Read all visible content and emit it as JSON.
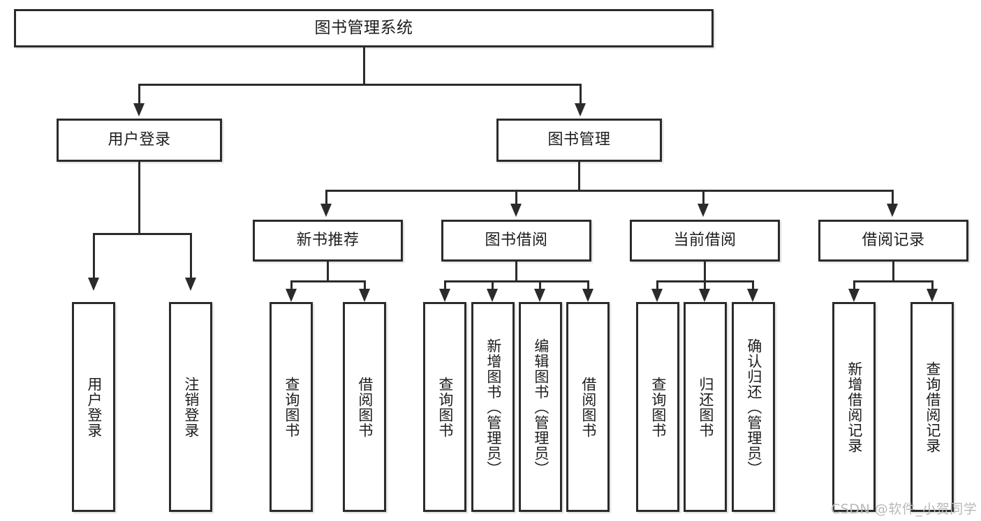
{
  "diagram": {
    "type": "tree-hierarchy-diagram",
    "title": "图书管理系统",
    "orientation": "top-down",
    "colors": {
      "stroke": "#2b2b2b",
      "fill": "#ffffff",
      "text": "#1d1d1d",
      "watermark": "#b9b9b9",
      "background": "#ffffff"
    },
    "root": {
      "id": "root",
      "label": "图书管理系统"
    },
    "level2": [
      {
        "id": "user-login",
        "label": "用户登录"
      },
      {
        "id": "book-management",
        "label": "图书管理"
      }
    ],
    "level3": [
      {
        "id": "new-book-recommend",
        "label": "新书推荐",
        "parent": "book-management"
      },
      {
        "id": "book-borrow",
        "label": "图书借阅",
        "parent": "book-management"
      },
      {
        "id": "current-borrow",
        "label": "当前借阅",
        "parent": "book-management"
      },
      {
        "id": "borrow-record",
        "label": "借阅记录",
        "parent": "book-management"
      }
    ],
    "leaves": {
      "user_login": [
        {
          "id": "leaf-user-login",
          "label": "用户登录"
        },
        {
          "id": "leaf-logout-login",
          "label": "注销登录"
        }
      ],
      "new_book_recommend": [
        {
          "id": "leaf-query-book-1",
          "label": "查询图书"
        },
        {
          "id": "leaf-borrow-book-1",
          "label": "借阅图书"
        }
      ],
      "book_borrow": [
        {
          "id": "leaf-query-book-2",
          "label": "查询图书"
        },
        {
          "id": "leaf-add-book",
          "label": "新增图书（管理员）"
        },
        {
          "id": "leaf-edit-book",
          "label": "编辑图书（管理员）"
        },
        {
          "id": "leaf-borrow-book-2",
          "label": "借阅图书"
        }
      ],
      "current_borrow": [
        {
          "id": "leaf-query-book-3",
          "label": "查询图书"
        },
        {
          "id": "leaf-return-book",
          "label": "归还图书"
        },
        {
          "id": "leaf-confirm-return",
          "label": "确认归还（管理员）"
        }
      ],
      "borrow_record": [
        {
          "id": "leaf-add-record",
          "label": "新增借阅记录"
        },
        {
          "id": "leaf-query-record",
          "label": "查询借阅记录"
        }
      ]
    }
  },
  "watermark": {
    "text": "CSDN @软件_小贺同学"
  }
}
